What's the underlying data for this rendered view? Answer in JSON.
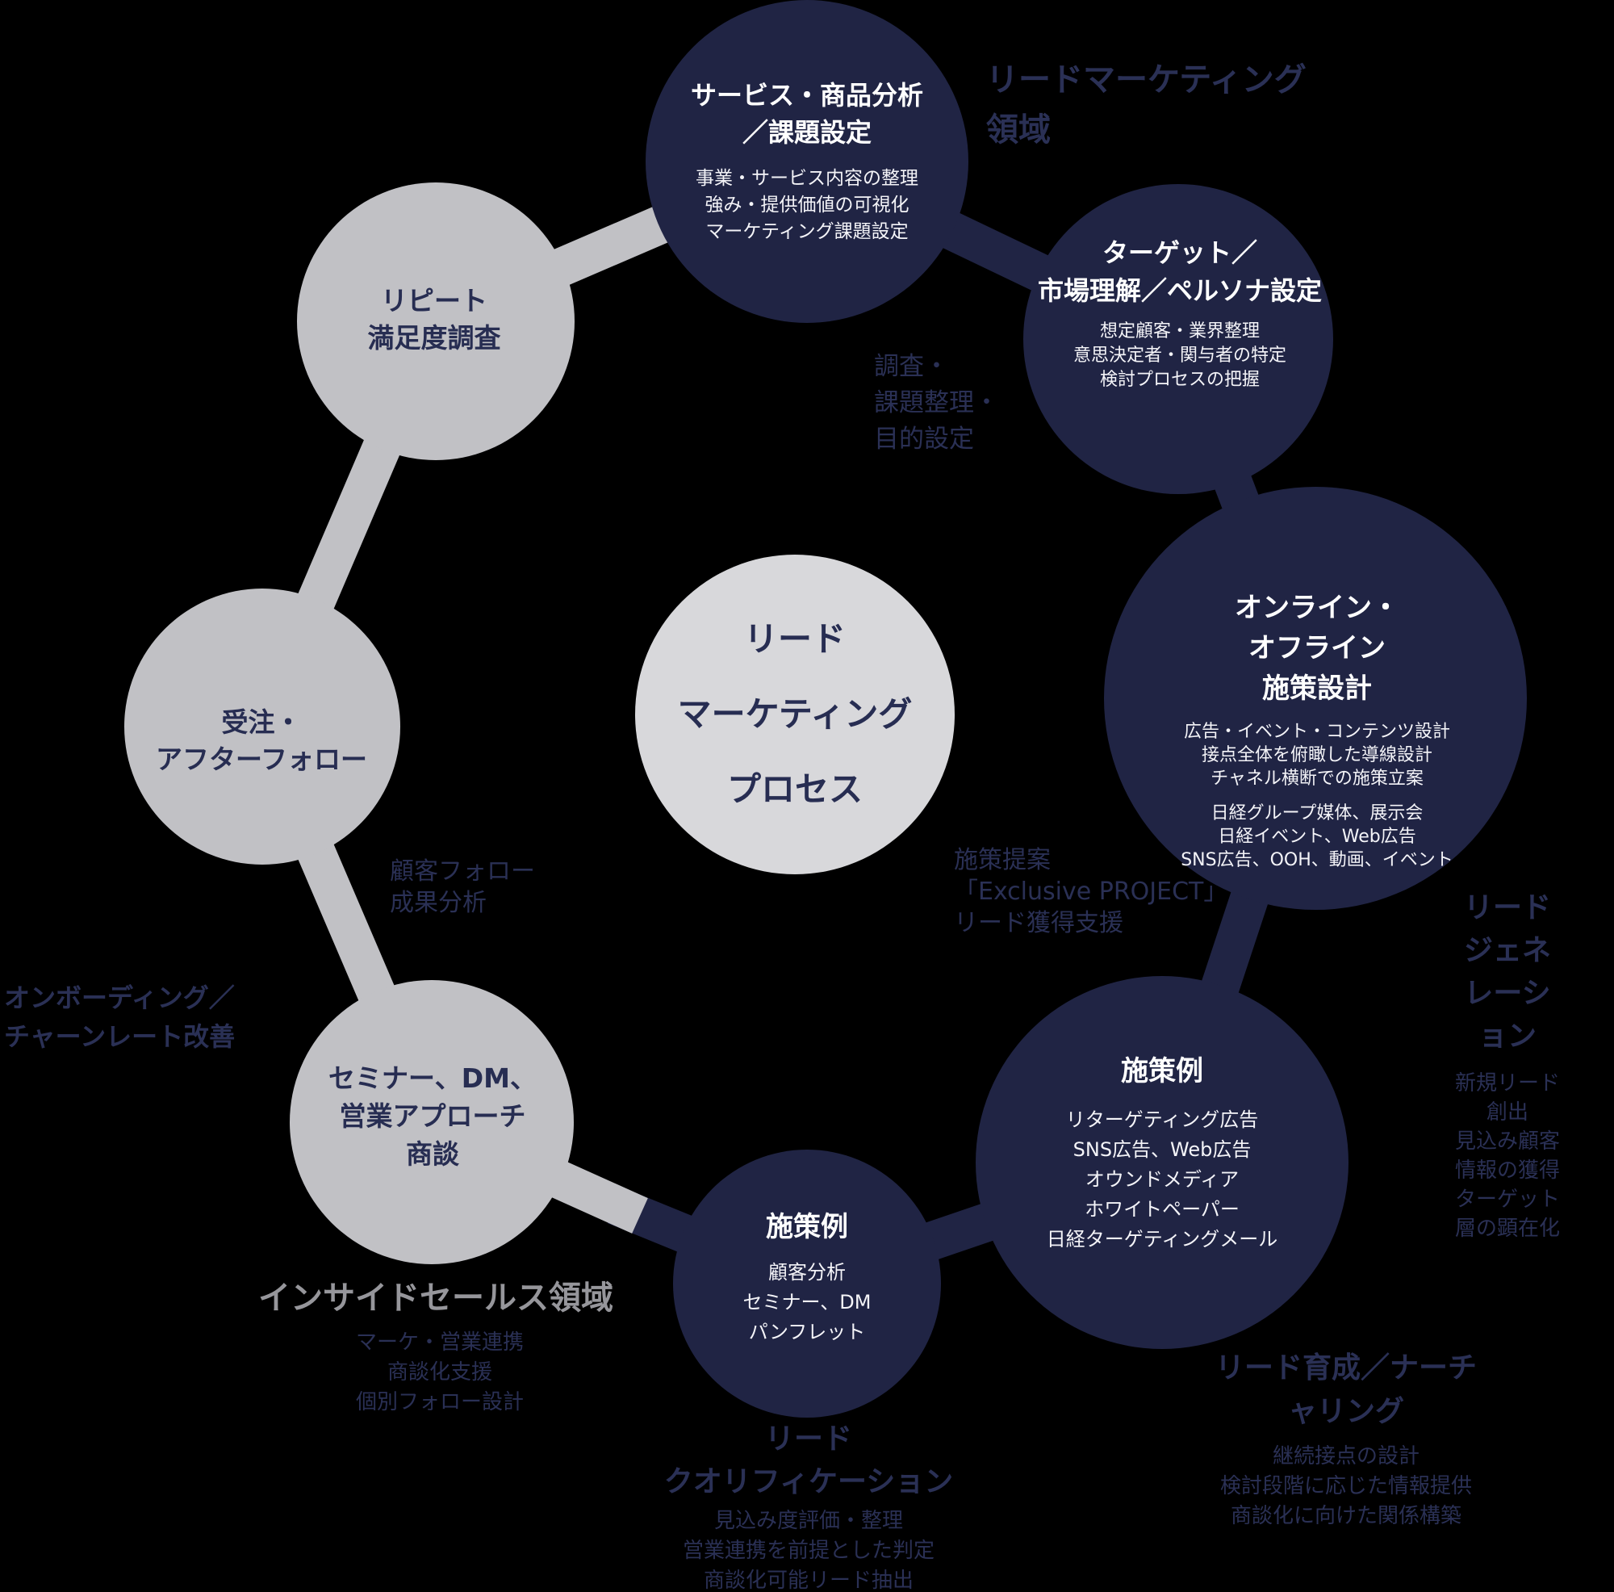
{
  "title": "リードマーケティングプロセス",
  "colors": {
    "background": "#000000",
    "navy": "#202444",
    "gray": "#c1c1c5",
    "light_gray": "#d8d8db",
    "white": "#ffffff",
    "navy_label": "#2a3055",
    "gray_label": "#96969b"
  },
  "center_circle": {
    "lines": [
      "リード",
      "マーケティング",
      "プロセス"
    ]
  },
  "circles": {
    "analysis": {
      "title": [
        "サービス・商品分析",
        "／課題設定"
      ],
      "body": [
        "事業・サービス内容の整理",
        "強み・提供価値の可視化",
        "マーケティング課題設定"
      ]
    },
    "target": {
      "title": [
        "ターゲット／",
        "市場理解／ペルソナ設定"
      ],
      "body": [
        "想定顧客・業界整理",
        "意思決定者・関与者の特定",
        "検討プロセスの把握"
      ]
    },
    "online": {
      "title": [
        "オンライン・",
        "オフライン",
        "施策設計"
      ],
      "body": [
        "広告・イベント・コンテンツ設計",
        "接点全体を俯瞰した導線設計",
        "チャネル横断での施策立案"
      ],
      "body2": [
        "日経グループ媒体、展示会",
        "日経イベント、Web広告",
        "SNS広告、OOH、動画、イベント"
      ]
    },
    "tactics_right": {
      "title": [
        "施策例"
      ],
      "body": [
        "リターゲティング広告",
        "SNS広告、Web広告",
        "オウンドメディア",
        "ホワイトペーパー",
        "日経ターゲティングメール"
      ]
    },
    "tactics_bottom": {
      "title": [
        "施策例"
      ],
      "body": [
        "顧客分析",
        "セミナー、DM",
        "パンフレット"
      ]
    },
    "seminar": {
      "title": [
        "セミナー、DM、",
        "営業アプローチ",
        "商談"
      ]
    },
    "order": {
      "title": [
        "受注・",
        "アフターフォロー"
      ]
    },
    "repeat": {
      "title": [
        "リピート",
        "満足度調査"
      ]
    }
  },
  "labels": {
    "lead_marketing_area": {
      "lines": [
        "リードマーケティング",
        "領域"
      ]
    },
    "research": {
      "lines": [
        "調査・",
        "課題整理・",
        "目的設定"
      ]
    },
    "proposal": {
      "lines": [
        "施策提案",
        "「Exclusive PROJECT」",
        "リード獲得支援"
      ]
    },
    "lead_generation": {
      "title": [
        "リード",
        "ジェネレーション"
      ],
      "lines": [
        "新規リード創出",
        "見込み顧客情報の獲得",
        "ターゲット層の顕在化"
      ]
    },
    "nurturing": {
      "title": "リード育成／ナーチャリング",
      "lines": [
        "継続接点の設計",
        "検討段階に応じた情報提供",
        "商談化に向けた関係構築"
      ]
    },
    "qualification": {
      "title": [
        "リード",
        "クオリフィケーション"
      ],
      "lines": [
        "見込み度評価・整理",
        "営業連携を前提とした判定",
        "商談化可能リード抽出"
      ]
    },
    "inside_sales": {
      "title": "インサイドセールス領域",
      "lines": [
        "マーケ・営業連携",
        "商談化支援",
        "個別フォロー設計"
      ]
    },
    "onboarding": {
      "lines": [
        "オンボーディング／",
        "チャーンレート改善"
      ]
    },
    "customer_follow": {
      "lines": [
        "顧客フォロー",
        "成果分析"
      ]
    }
  }
}
